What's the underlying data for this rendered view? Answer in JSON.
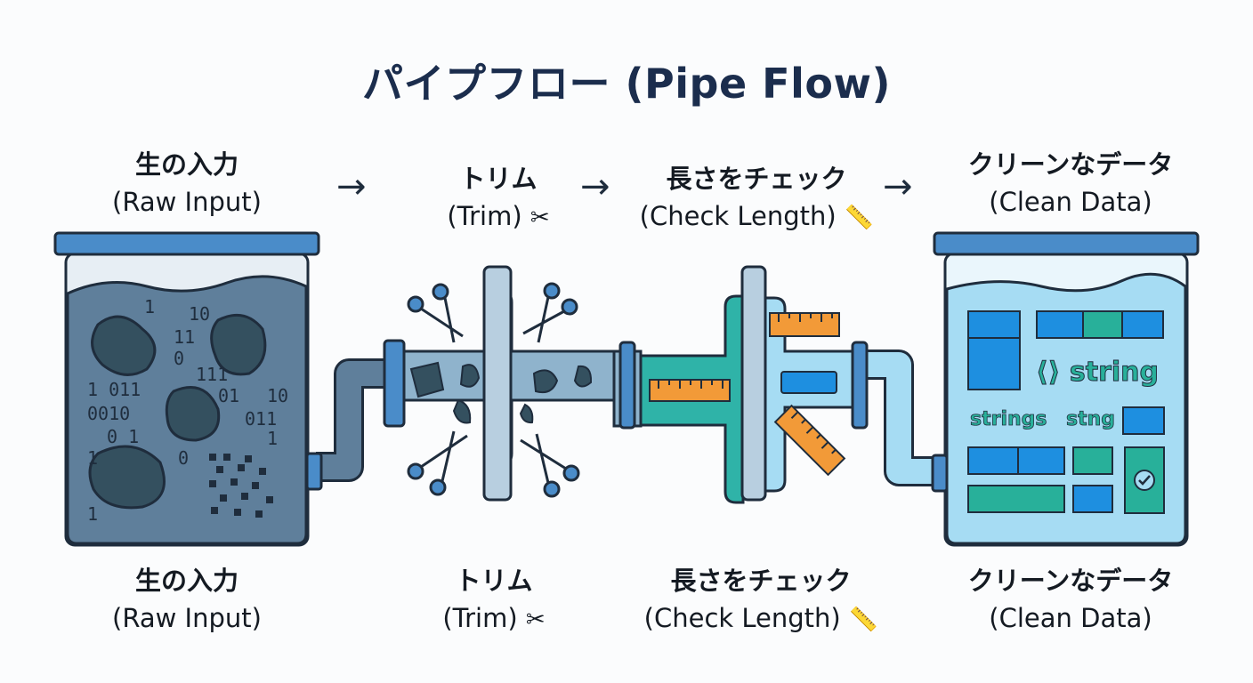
{
  "title": "パイプフロー (Pipe Flow)",
  "stages_top": [
    {
      "jp": "生の入力",
      "en": "(Raw Input)"
    },
    {
      "jp": "トリム",
      "en": "(Trim)",
      "icon": "✂"
    },
    {
      "jp": "長さをチェック",
      "en": "(Check Length)",
      "icon": "📏"
    },
    {
      "jp": "クリーンなデータ",
      "en": "(Clean Data)"
    }
  ],
  "stages_bottom": [
    {
      "jp": "生の入力",
      "en": "(Raw Input)"
    },
    {
      "jp": "トリム",
      "en": "(Trim)",
      "icon": "✂"
    },
    {
      "jp": "長さをチェック",
      "en": "(Check Length)",
      "icon": "📏"
    },
    {
      "jp": "クリーンなデータ",
      "en": "(Clean Data)"
    }
  ],
  "arrow": "→",
  "raw_binary": [
    "1",
    "10",
    "11",
    "0",
    "111",
    "1 011",
    "01",
    "10",
    "0010",
    "011",
    "0 1",
    "1",
    "0",
    "1",
    "1"
  ],
  "clean_tokens": {
    "t1": "⟨⟩ string",
    "t2": "strings",
    "t3": "stng"
  },
  "colors": {
    "raw_fill": "#5f7f9b",
    "trim_fill": "#8fb3cc",
    "check_fill": "#2fb3a8",
    "clean_fill": "#a6dcf3",
    "outline": "#1f2d3d",
    "ruler": "#f29a38",
    "block_blue": "#1e8fe0",
    "block_teal": "#28b09a"
  }
}
